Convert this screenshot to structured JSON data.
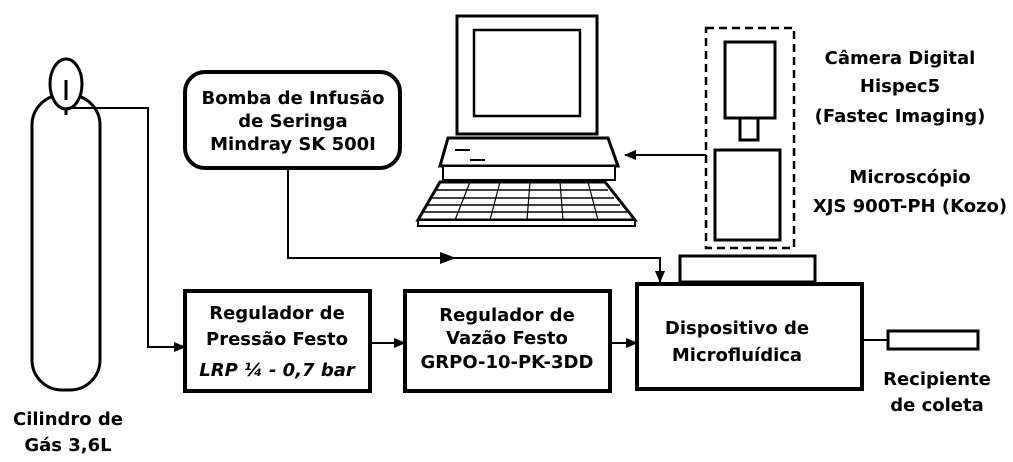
{
  "colors": {
    "line": "#000000",
    "background": "#ffffff",
    "screen": "#ffffff"
  },
  "icons": {
    "computer": "desktop-computer-icon",
    "gas_cylinder": "gas-cylinder-icon",
    "camera": "camera-icon",
    "microscope": "microscope-icon"
  },
  "labels": {
    "pump": [
      "Bomba de Infusão",
      "de Seringa",
      "Mindray SK 500I"
    ],
    "pressure_regulator": [
      "Regulador de",
      "Pressão Festo",
      "LRP ¼ - 0,7 bar"
    ],
    "flow_regulator": [
      "Regulador de",
      "Vazão Festo",
      "GRPO-10-PK-3DD"
    ],
    "microfluidic_device": [
      "Dispositivo de",
      "Microfluídica"
    ],
    "camera": [
      "Câmera Digital",
      "Hispec5",
      "(Fastec Imaging)"
    ],
    "microscope": [
      "Microscópio",
      "XJS 900T-PH (Kozo)"
    ],
    "cylinder": [
      "Cilindro de",
      "Gás 3,6L"
    ],
    "collector": [
      "Recipiente",
      "de coleta"
    ]
  }
}
